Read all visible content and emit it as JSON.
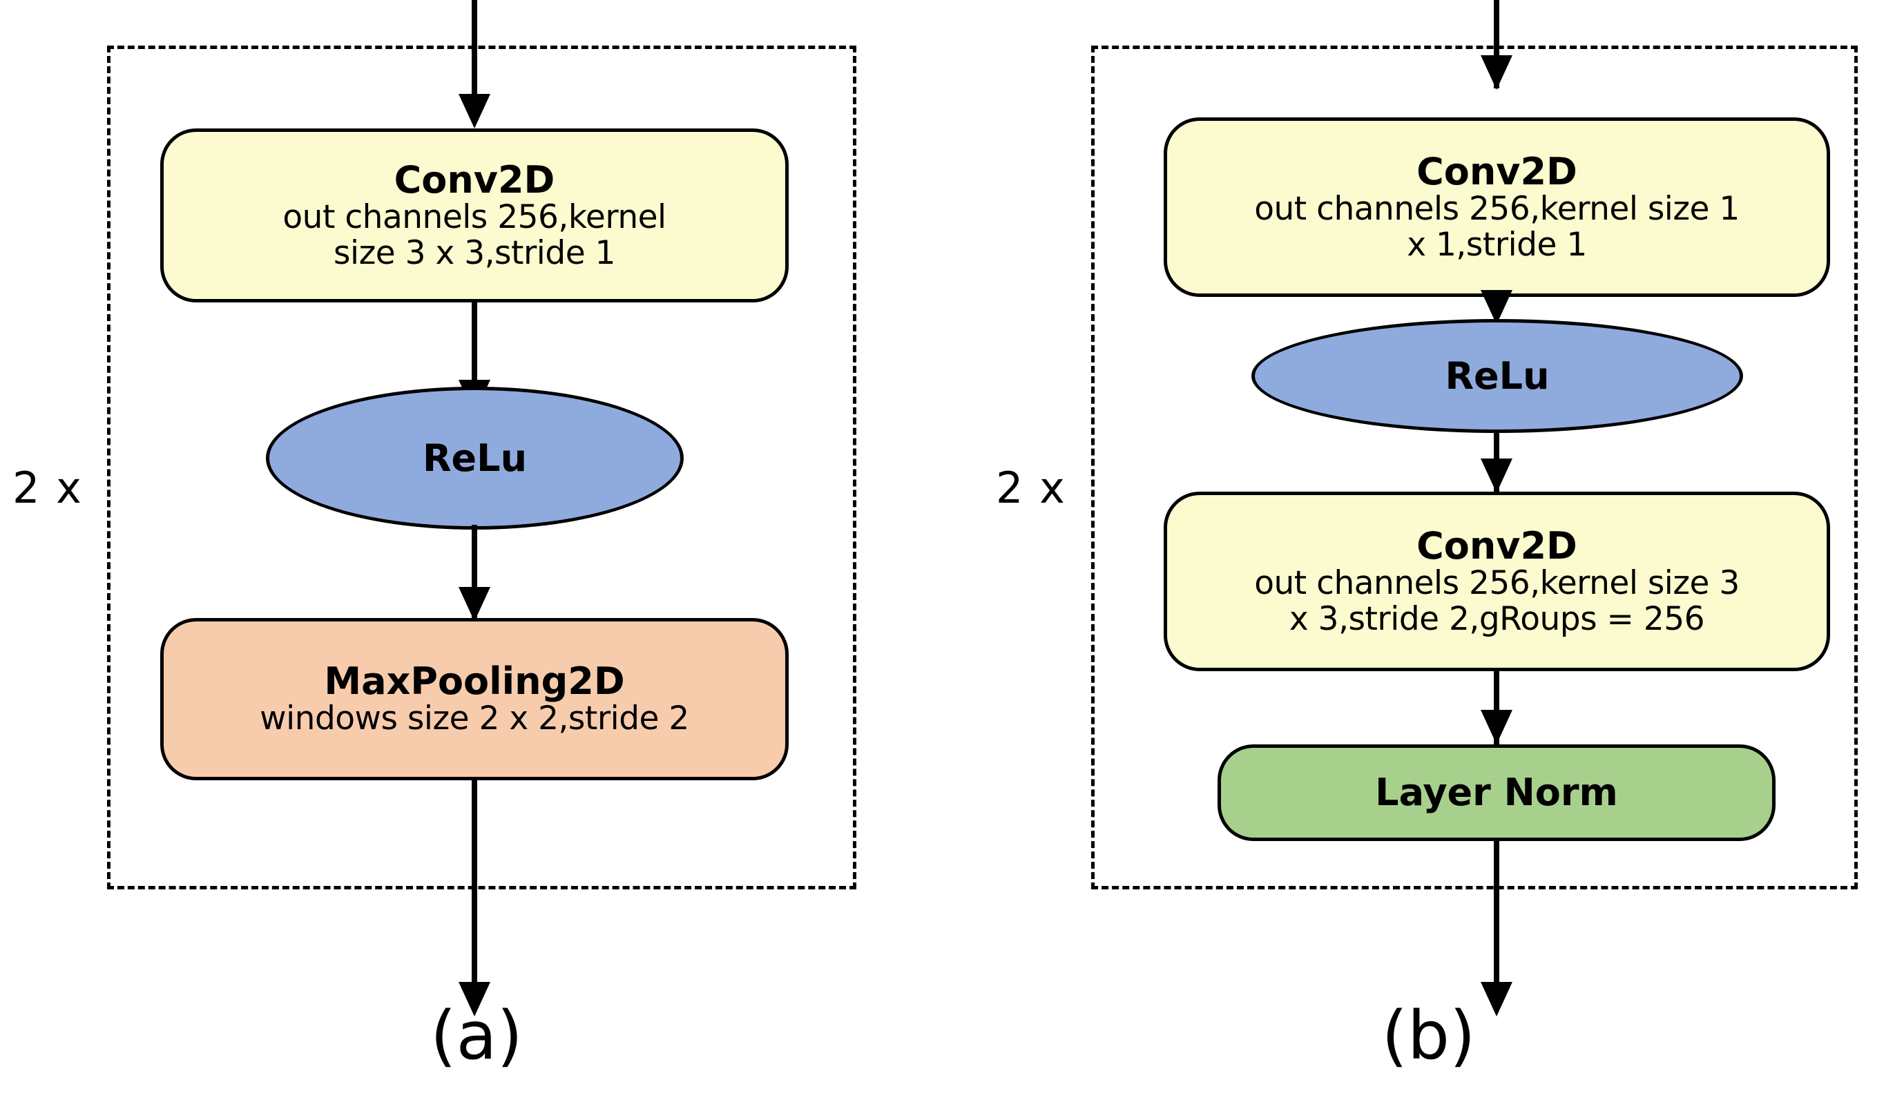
{
  "figure": {
    "panels": [
      {
        "id": "a",
        "caption": "(a)",
        "repeat_label": "2 x",
        "nodes": [
          {
            "key": "conv",
            "shape": "rounded-rect",
            "color": "#FCFBCF",
            "title": "Conv2D",
            "sub_line1": "out channels 256,kernel",
            "sub_line2": "size 3 x 3,stride 1"
          },
          {
            "key": "relu",
            "shape": "ellipse",
            "color": "#8FABDE",
            "title": "ReLu"
          },
          {
            "key": "pool",
            "shape": "rounded-rect",
            "color": "#F7CCAC",
            "title": "MaxPooling2D",
            "sub_line1": "windows size 2 x 2,stride 2"
          }
        ]
      },
      {
        "id": "b",
        "caption": "(b)",
        "repeat_label": "2 x",
        "nodes": [
          {
            "key": "conv1",
            "shape": "rounded-rect",
            "color": "#FCFBCF",
            "title": "Conv2D",
            "sub_line1": "out channels 256,kernel size 1",
            "sub_line2": "x 1,stride 1"
          },
          {
            "key": "relu",
            "shape": "ellipse",
            "color": "#8FABDE",
            "title": "ReLu"
          },
          {
            "key": "conv2",
            "shape": "rounded-rect",
            "color": "#FCFBCF",
            "title": "Conv2D",
            "sub_line1": "out channels 256,kernel size 3",
            "sub_line2": "x 3,stride 2,gRoups = 256"
          },
          {
            "key": "norm",
            "shape": "rounded-rect",
            "color": "#A8D08D",
            "title": "Layer Norm"
          }
        ]
      }
    ],
    "colors": {
      "stroke": "#000000",
      "background": "#FFFFFF",
      "yellow": "#FCFBCF",
      "blue": "#8FABDE",
      "peach": "#F7CCAC",
      "green": "#A8D08D"
    }
  }
}
